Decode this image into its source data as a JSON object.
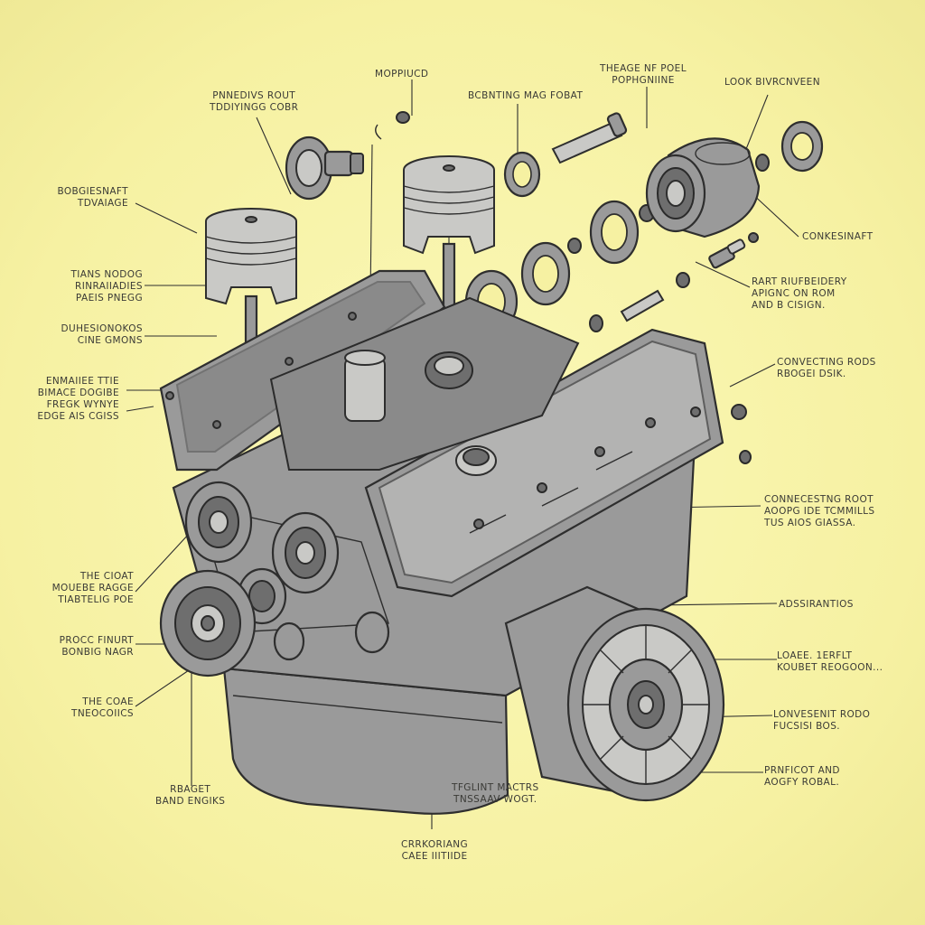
{
  "labels": {
    "top_mid": [
      "MOPPIUCD"
    ],
    "top_left": [
      "PNNEDIVS ROUT",
      "TDDIYINGG COBR"
    ],
    "top_ctr": [
      "BCBNTING MAG FOBAT"
    ],
    "top_right_a": [
      "THEAGE NF POEL",
      "POPHGNIINE"
    ],
    "top_right_b": [
      "LOOK BIVRCNVEEN"
    ],
    "left_1": [
      "BOBGIESNAFT",
      "TDVAIAGE"
    ],
    "left_2": [
      "TIANS NODOG",
      "RINRAIIADIES",
      "PAEIS PNEGG"
    ],
    "left_3": [
      "DUHESIONOKOS",
      "CINE  GMONS"
    ],
    "left_4": [
      "ENMAIIEE TTIE",
      "BIMACE DOGIBE",
      "FREGK WYNYE",
      "EDGE AIS CGISS"
    ],
    "left_5": [
      "THE CIOAT",
      "MOUEBE RAGGE",
      "TIABTELIG POE"
    ],
    "left_6": [
      "PROCC FINURT",
      "BONBIG NAGR"
    ],
    "left_7": [
      "THE COAE",
      "TNEOCOIICS"
    ],
    "bottom_left": [
      "RBAGET",
      "BAND ENGIKS"
    ],
    "bottom_mid": [
      "TFGLINT MACTRS",
      "TNSSAAV WOGT."
    ],
    "bottom_ctr": [
      "CRRKORIANG",
      "CAEE IIITIIDE"
    ],
    "right_1": [
      "CONKESINAFT"
    ],
    "right_2": [
      "RART RIUFBEIDERY",
      "APIGNC ON ROM",
      "AND B CISIGN."
    ],
    "right_3": [
      "CONVECTING RODS",
      "RBOGEI DSIK."
    ],
    "right_4": [
      "CONNECESTNG ROOT",
      "AOOPG IDE TCMMILLS",
      "TUS AIOS GIASSA."
    ],
    "right_5": [
      "ADSSIRANTIOS"
    ],
    "right_6": [
      "LOAEE. 1ERFLT",
      "KOUBET REOGOON..."
    ],
    "right_7": [
      "LONVESENIT RODO",
      "FUCSISI BOS."
    ],
    "right_8": [
      "PRNFICOT AND",
      "AOGFY ROBAL."
    ]
  },
  "colors": {
    "background": "#f7f3a6",
    "metal": "#9a9a9a",
    "ink": "#2e2e2e"
  }
}
